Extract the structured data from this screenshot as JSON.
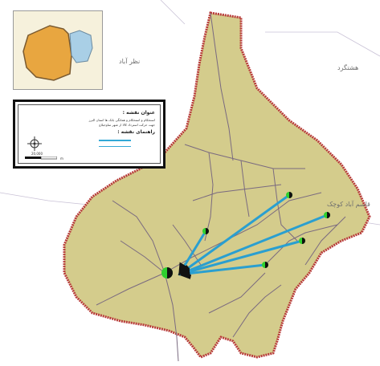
{
  "map": {
    "place_labels": [
      {
        "id": "nazarabad",
        "text": "نظر آباد"
      },
      {
        "id": "hashtgerd",
        "text": "هشتگرد"
      },
      {
        "id": "qasemabad",
        "text": "قاسم آباد کوچک"
      }
    ],
    "colors": {
      "region_fill": "#d4cc8c",
      "region_border": "#b83a3a",
      "roads": "#7a6a80",
      "flows": "#2a9fd0",
      "node_green": "#2fd02f",
      "node_dark": "#111111"
    },
    "flows": [
      {
        "from": "node-ne-1",
        "to": "center"
      },
      {
        "from": "node-ne-2",
        "to": "center"
      },
      {
        "from": "node-e-1",
        "to": "center"
      },
      {
        "from": "node-e-2",
        "to": "center"
      },
      {
        "from": "node-w-1",
        "to": "center"
      }
    ]
  },
  "legend": {
    "title_label": "عنوان نقشه :",
    "title_text": "استحکام و استحکام و همانگی بانک ها استان البرز",
    "subtitle_text": "جهت حرکت استرداد کالا از شهر ساوجبلاغ",
    "guide_label": "راهنمای نقشه :",
    "scale_value": "20,000",
    "scale_unit": "m"
  },
  "inset": {
    "icons": [
      "province-shape-icon",
      "lake-shape-icon"
    ]
  }
}
